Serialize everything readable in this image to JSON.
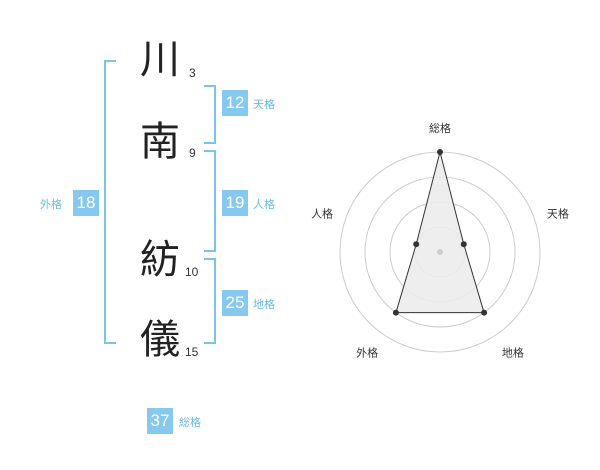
{
  "name": {
    "chars": [
      {
        "char": "川",
        "strokes": "3"
      },
      {
        "char": "南",
        "strokes": "9"
      },
      {
        "char": "紡",
        "strokes": "10"
      },
      {
        "char": "儀",
        "strokes": "15"
      }
    ]
  },
  "fortune": {
    "tenkaku": {
      "value": "12",
      "label": "天格"
    },
    "jinkaku": {
      "value": "19",
      "label": "人格"
    },
    "chikaku": {
      "value": "25",
      "label": "地格"
    },
    "gaikaku": {
      "value": "18",
      "label": "外格"
    },
    "soukaku": {
      "value": "37",
      "label": "総格"
    }
  },
  "chart_data": {
    "type": "radar",
    "axes": [
      "総格",
      "天格",
      "地格",
      "外格",
      "人格"
    ],
    "values": [
      4,
      1,
      3,
      3,
      1
    ],
    "max": 4,
    "rings": 4,
    "colors": {
      "fill": "#ebebeb",
      "line": "#333333",
      "grid": "#cccccc"
    }
  }
}
